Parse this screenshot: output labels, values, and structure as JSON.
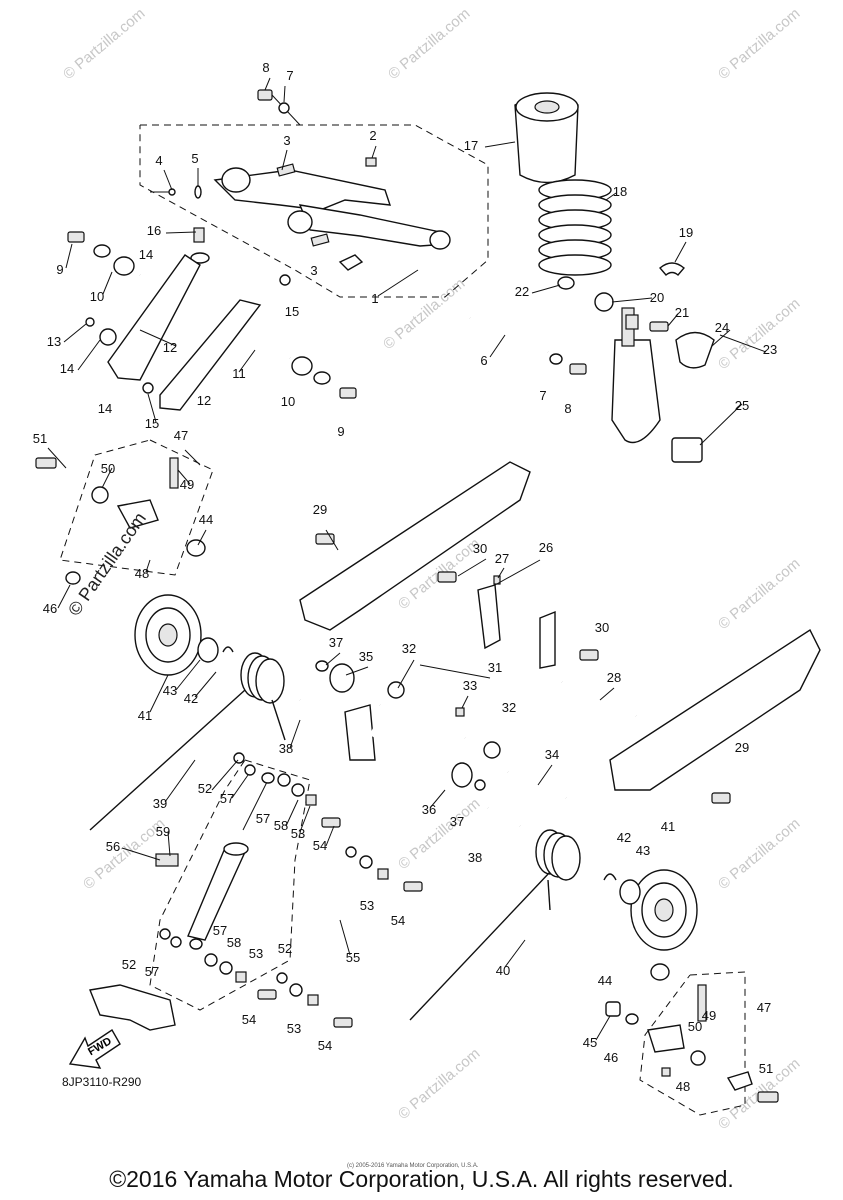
{
  "diagram_code": "8JP3110-R290",
  "copyright": "©2016 Yamaha Motor Corporation, U.S.A. All rights reserved.",
  "small_note": "(c) 2005-2016 Yamaha Motor Corporation, U.S.A.",
  "watermark": "© Partzilla.com",
  "direction_label": "FWD",
  "callouts": [
    "1",
    "2",
    "3",
    "4",
    "5",
    "6",
    "7",
    "8",
    "9",
    "10",
    "11",
    "12",
    "13",
    "14",
    "15",
    "16",
    "17",
    "18",
    "19",
    "20",
    "21",
    "22",
    "23",
    "24",
    "25",
    "26",
    "27",
    "28",
    "29",
    "30",
    "31",
    "32",
    "33",
    "34",
    "35",
    "36",
    "37",
    "38",
    "39",
    "40",
    "41",
    "42",
    "43",
    "44",
    "45",
    "46",
    "47",
    "48",
    "49",
    "50",
    "51",
    "52",
    "53",
    "54",
    "55",
    "56",
    "57",
    "58",
    "59"
  ]
}
